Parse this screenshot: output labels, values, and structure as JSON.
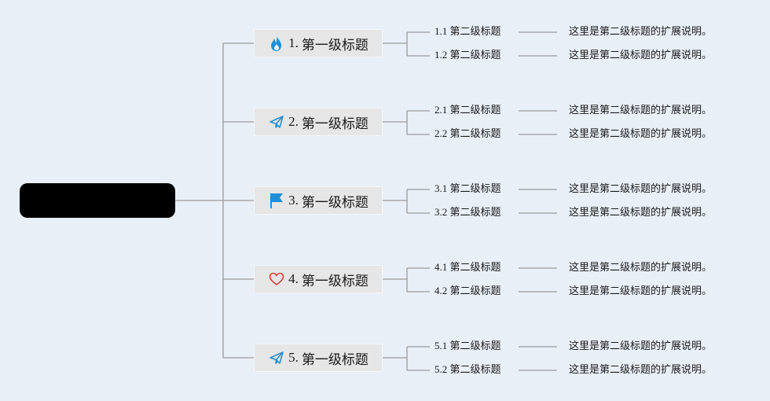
{
  "mindmap": {
    "root": {
      "label": ""
    },
    "branches": [
      {
        "number": "1.",
        "title": "第一级标题",
        "icon": "fire-icon",
        "icon_color": "#1e8fd8",
        "children": [
          {
            "label": "1.1 第二级标题",
            "note": "这里是第二级标题的扩展说明。"
          },
          {
            "label": "1.2 第二级标题",
            "note": "这里是第二级标题的扩展说明。"
          }
        ]
      },
      {
        "number": "2.",
        "title": "第一级标题",
        "icon": "paper-plane-icon",
        "icon_color": "#2a8fd0",
        "children": [
          {
            "label": "2.1 第二级标题",
            "note": "这里是第二级标题的扩展说明。"
          },
          {
            "label": "2.2 第二级标题",
            "note": "这里是第二级标题的扩展说明。"
          }
        ]
      },
      {
        "number": "3.",
        "title": "第一级标题",
        "icon": "flag-icon",
        "icon_color": "#1e8fd8",
        "children": [
          {
            "label": "3.1 第二级标题",
            "note": "这里是第二级标题的扩展说明。"
          },
          {
            "label": "3.2 第二级标题",
            "note": "这里是第二级标题的扩展说明。"
          }
        ]
      },
      {
        "number": "4.",
        "title": "第一级标题",
        "icon": "heart-icon",
        "icon_color": "#d2443a",
        "children": [
          {
            "label": "4.1 第二级标题",
            "note": "这里是第二级标题的扩展说明。"
          },
          {
            "label": "4.2 第二级标题",
            "note": "这里是第二级标题的扩展说明。"
          }
        ]
      },
      {
        "number": "5.",
        "title": "第一级标题",
        "icon": "paper-plane-icon",
        "icon_color": "#2a8fd0",
        "children": [
          {
            "label": "5.1 第二级标题",
            "note": "这里是第二级标题的扩展说明。"
          },
          {
            "label": "5.2 第二级标题",
            "note": "这里是第二级标题的扩展说明。"
          }
        ]
      }
    ],
    "colors": {
      "background": "#e8eff7",
      "connector": "#9a9a9a",
      "root": "#000000",
      "topic_fill": "#e6e6e6"
    }
  }
}
